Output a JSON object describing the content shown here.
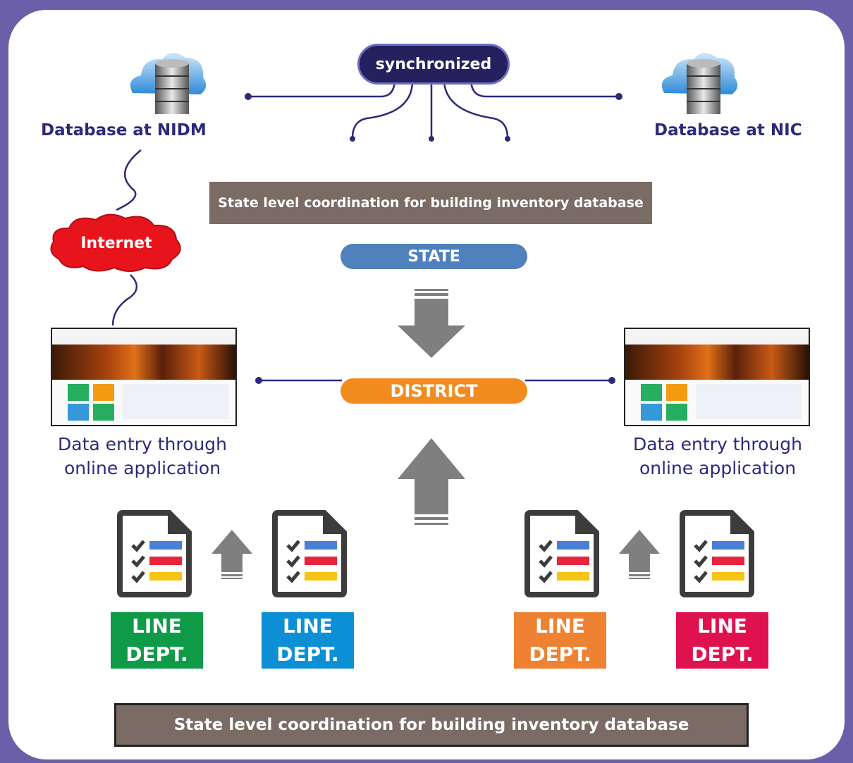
{
  "top": {
    "sync_label": "synchronized",
    "db_left_label": "Database at NIDM",
    "db_right_label": "Database at NIC"
  },
  "internet_label": "Internet",
  "coordination_top": "State level coordination for building inventory database",
  "state_label": "STATE",
  "district_label": "DISTRICT",
  "data_entry": {
    "left_line1": "Data entry through",
    "left_line2": "online application",
    "right_line1": "Data entry through",
    "right_line2": "online application"
  },
  "departments": [
    {
      "line1": "LINE",
      "line2": "DEPT.",
      "color": "#0f9a48"
    },
    {
      "line1": "LINE",
      "line2": "DEPT.",
      "color": "#0d8fd6"
    },
    {
      "line1": "LINE",
      "line2": "DEPT.",
      "color": "#ef8232"
    },
    {
      "line1": "LINE",
      "line2": "DEPT.",
      "color": "#e0114f"
    }
  ],
  "coordination_bottom": "State level coordination for building inventory database",
  "colors": {
    "frame": "#6a5fa8",
    "navy": "#25215e",
    "state_pill": "#4f81bd",
    "district_pill": "#f28c1e",
    "brown_bar": "#7a6b64",
    "arrow_gray": "#7f7f7f",
    "internet_red": "#e8141c"
  },
  "icons": [
    "cloud-database-icon",
    "checklist-document-icon",
    "arrow-up-icon",
    "arrow-down-icon"
  ]
}
